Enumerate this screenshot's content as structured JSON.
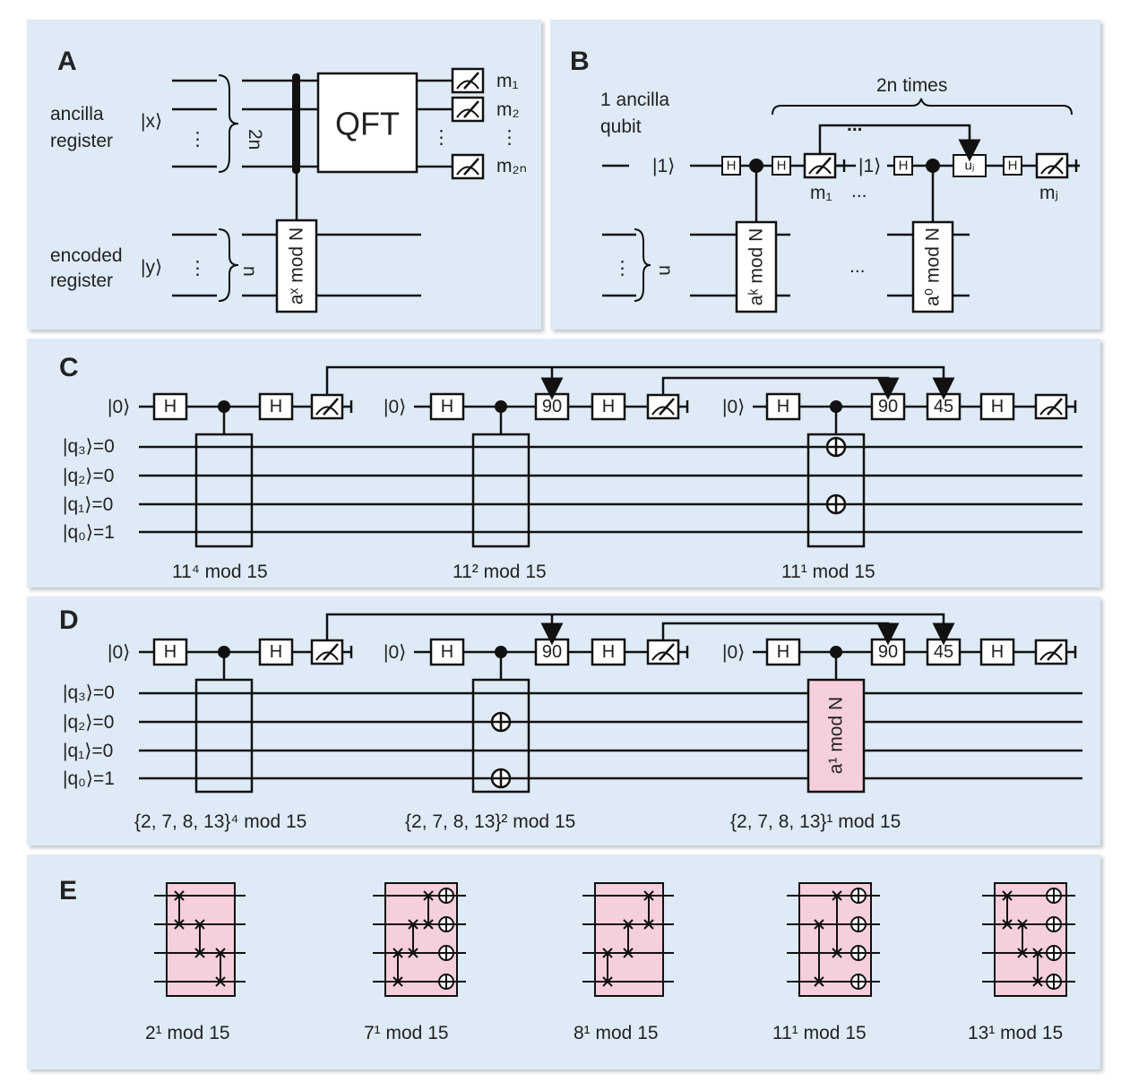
{
  "panels": {
    "A": {
      "label": "A",
      "ancilla_label_1": "ancilla",
      "ancilla_label_2": "register",
      "ancilla_ket": "|x⟩",
      "ancilla_size": "2n",
      "encoded_label_1": "encoded",
      "encoded_label_2": "register",
      "encoded_ket": "|y⟩",
      "encoded_size": "n",
      "qft": "QFT",
      "modexp": "aˣ mod N",
      "meas": [
        "m₁",
        "m₂",
        "m₂ₙ"
      ]
    },
    "B": {
      "label": "B",
      "ancilla_1": "1 ancilla",
      "ancilla_2": "qubit",
      "repeat": "2n times",
      "ket1": "|1⟩",
      "ket2": "|1⟩",
      "h": "H",
      "u": "uⱼ",
      "m1": "m₁",
      "mj": "mⱼ",
      "ellipsis": "...",
      "size": "n",
      "op_k": "aᵏ mod N",
      "op_0": "a⁰ mod N"
    },
    "C": {
      "label": "C",
      "ket0": "|0⟩",
      "rows": [
        "|q₃⟩=0",
        "|q₂⟩=0",
        "|q₁⟩=0",
        "|q₀⟩=1"
      ],
      "h": "H",
      "r90": "90",
      "r45": "45",
      "captions": [
        "11⁴ mod 15",
        "11² mod 15",
        "11¹ mod 15"
      ]
    },
    "D": {
      "label": "D",
      "ket0": "|0⟩",
      "rows": [
        "|q₃⟩=0",
        "|q₂⟩=0",
        "|q₁⟩=0",
        "|q₀⟩=1"
      ],
      "h": "H",
      "r90": "90",
      "r45": "45",
      "op": "a¹ mod N",
      "captions": [
        "{2, 7, 8, 13}⁴ mod 15",
        "{2, 7, 8, 13}² mod 15",
        "{2, 7, 8, 13}¹ mod 15"
      ]
    },
    "E": {
      "label": "E",
      "captions": [
        "2¹ mod 15",
        "7¹ mod 15",
        "8¹ mod 15",
        "11¹ mod 15",
        "13¹ mod 15"
      ]
    }
  },
  "colors": {
    "panel_bg": "#deeaf6",
    "pink": "#f6cfdc",
    "ink": "#111111"
  }
}
